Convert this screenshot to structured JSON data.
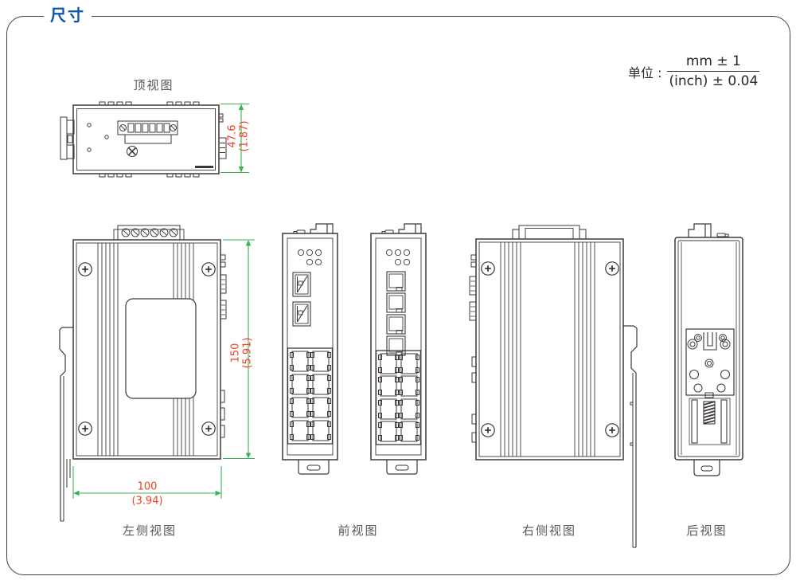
{
  "header": {
    "title": "尺寸"
  },
  "unit_note": {
    "label": "单位 :",
    "numerator": "mm ± 1",
    "denominator": "(inch) ± 0.04"
  },
  "view_labels": {
    "top": "顶视图",
    "left": "左侧视图",
    "front": "前视图",
    "right": "右侧视图",
    "rear": "后视图"
  },
  "dimensions": {
    "depth": {
      "mm": "47.6",
      "inch": "(1.87)"
    },
    "height": {
      "mm": "150",
      "inch": "(5.91)"
    },
    "width": {
      "mm": "100",
      "inch": "(3.94)"
    }
  },
  "colors": {
    "title_blue": "#0a55b0",
    "dimension_text_red": "#ee4023",
    "dimension_line_green": "#38b254",
    "drawing_line": "#3d3835",
    "label_gray": "#595757"
  }
}
